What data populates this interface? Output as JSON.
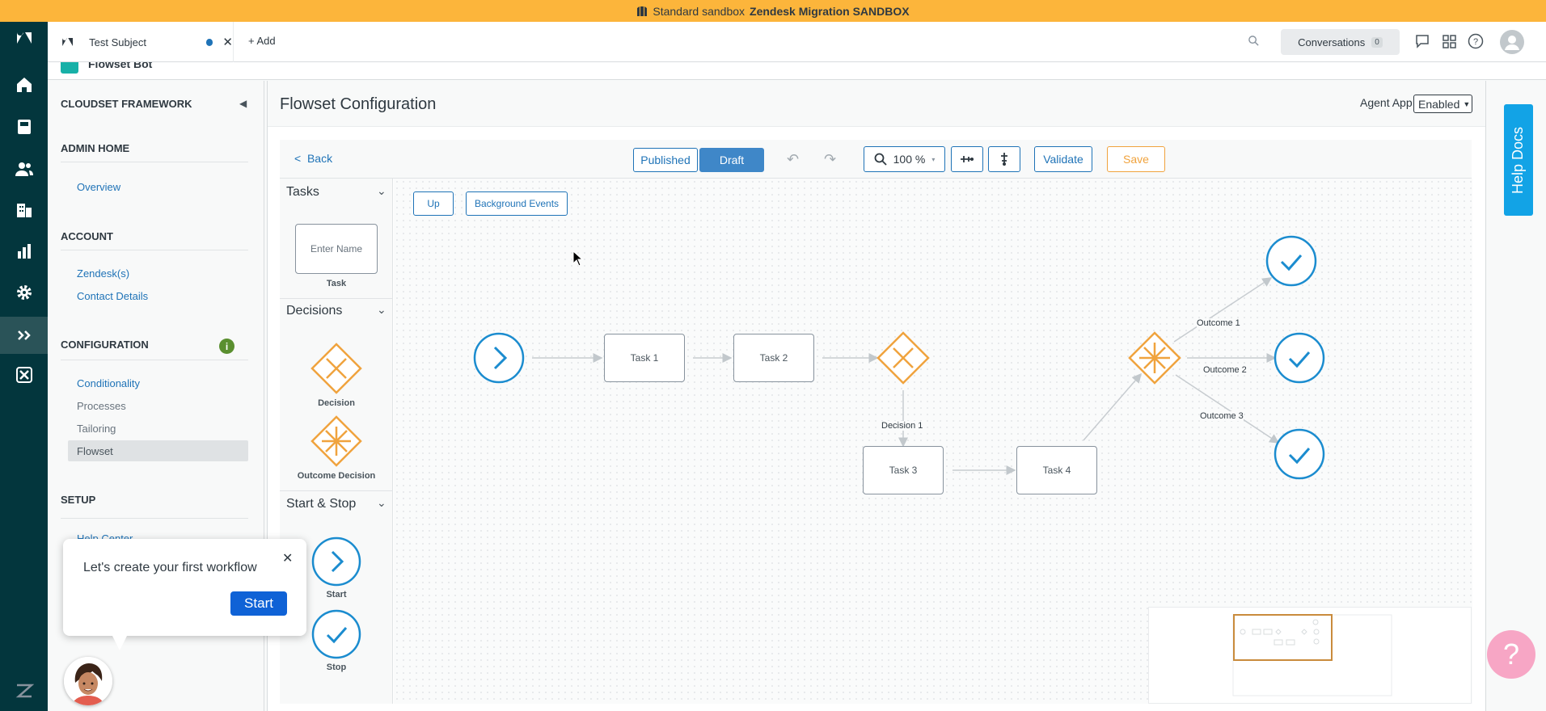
{
  "banner": {
    "prefix": "Standard sandbox",
    "name": "Zendesk Migration SANDBOX"
  },
  "topbar": {
    "tab_title": "Test Subject",
    "add_label": "Add",
    "conversations_label": "Conversations",
    "conversations_count": "0"
  },
  "sidebar": {
    "partial_heading": "Flowset Bot",
    "framework_title": "CLOUDSET FRAMEWORK",
    "admin_home": "ADMIN HOME",
    "overview": "Overview",
    "account": "ACCOUNT",
    "zendesks": "Zendesk(s)",
    "contact_details": "Contact Details",
    "configuration": "CONFIGURATION",
    "conditionality": "Conditionality",
    "processes": "Processes",
    "tailoring": "Tailoring",
    "flowset": "Flowset",
    "setup": "SETUP",
    "help_center": "Help Center"
  },
  "main": {
    "title": "Flowset Configuration",
    "agent_app_label": "Agent App",
    "agent_app_value": "Enabled"
  },
  "toolbar": {
    "back": "Back",
    "published": "Published",
    "draft": "Draft",
    "zoom": "100 %",
    "validate": "Validate",
    "save": "Save"
  },
  "palette": {
    "tasks": "Tasks",
    "enter_name": "Enter Name",
    "task": "Task",
    "decisions": "Decisions",
    "decision": "Decision",
    "outcome_decision": "Outcome Decision",
    "start_stop": "Start & Stop",
    "start": "Start",
    "stop": "Stop"
  },
  "canvas": {
    "up": "Up",
    "background_events": "Background Events",
    "tasks": [
      "Task 1",
      "Task 2",
      "Task 3",
      "Task 4"
    ],
    "decision_label": "Decision 1",
    "outcomes": [
      "Outcome 1",
      "Outcome 2",
      "Outcome 3"
    ]
  },
  "help_docs": "Help Docs",
  "tooltip": {
    "text": "Let's create your first workflow",
    "start": "Start"
  },
  "colors": {
    "banner": "#fcb53b",
    "rail": "#03363d",
    "accent": "#1f73b7",
    "flow_blue": "#1b8ccf",
    "decision_orange": "#f0a33e",
    "help_docs": "#12a3e6",
    "help_button": "#f7a6c5"
  }
}
